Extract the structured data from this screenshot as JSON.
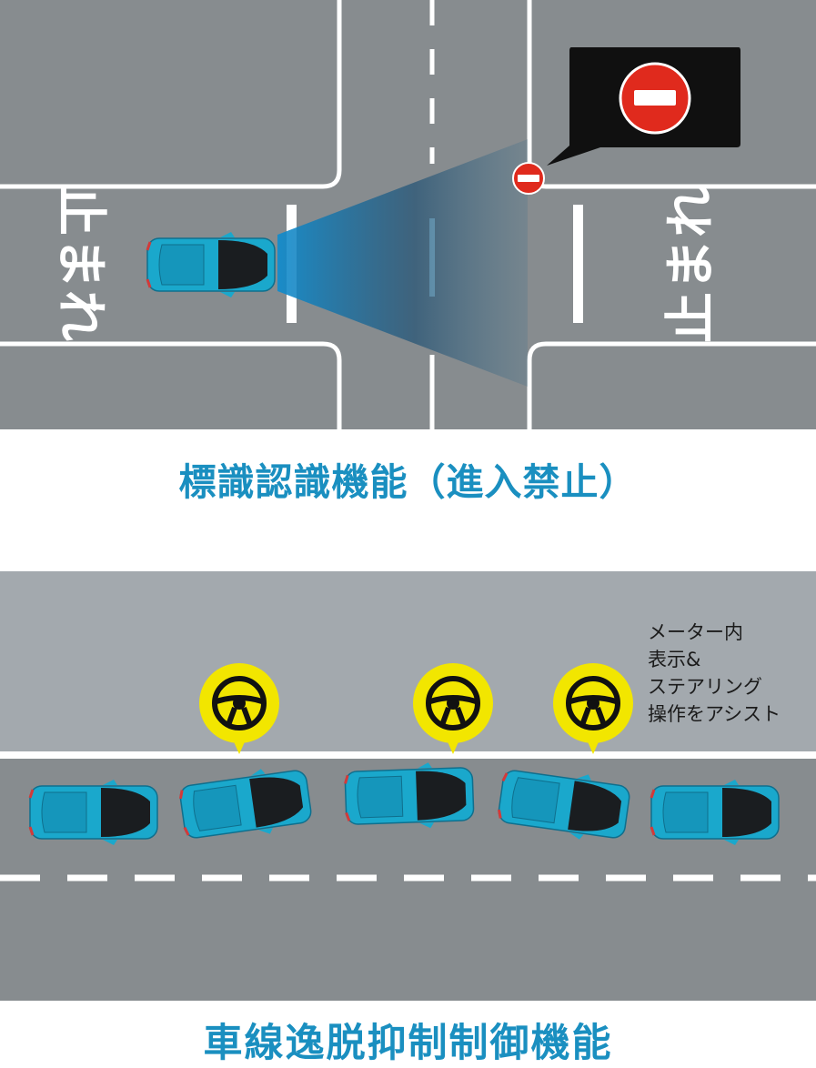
{
  "section1": {
    "caption": "標識認識機能（進入禁止）",
    "road_marking_left": "止まれ",
    "road_marking_right": "止まれ",
    "sign_icon": "no-entry-sign-icon",
    "sign_color": "#e02a1d"
  },
  "section2": {
    "caption": "車線逸脱抑制制御機能",
    "note_lines": [
      "メーター内",
      "表示&",
      "ステアリング",
      "操作をアシスト"
    ],
    "assist_icon": "steering-wheel-icon",
    "assist_color": "#f2e600"
  },
  "colors": {
    "accent": "#1a8fc0",
    "road": "#878c8f",
    "sidewalk": "#a3a9ae",
    "car": "#1aa8cc"
  }
}
